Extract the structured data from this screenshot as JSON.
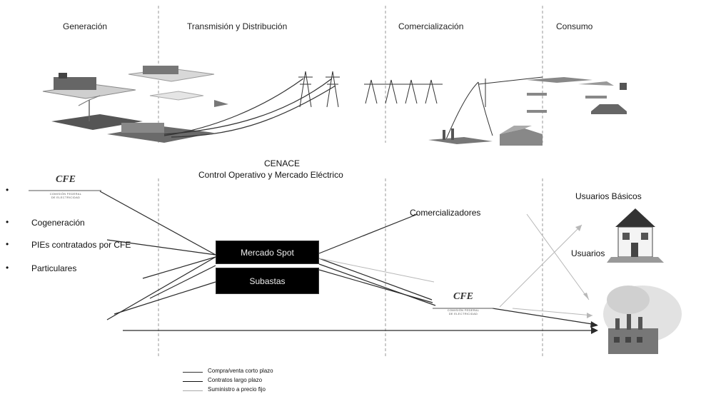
{
  "header": {
    "generacion": "Generación",
    "transmision": "Transmisión y Distribución",
    "comercializacion": "Comercialización",
    "consumo": "Consumo"
  },
  "center": {
    "cenace": "CENACE",
    "control": "Control Operativo y Mercado Eléctrico"
  },
  "generators": {
    "items": [
      "Cogeneración",
      "PIEs contratados por CFE",
      "Particulares"
    ],
    "bullet": "•"
  },
  "market": {
    "spot": "Mercado Spot",
    "subastas": "Subastas"
  },
  "right": {
    "comercializadores": "Comercializadores",
    "usuarios_basicos": "Usuarios Básicos",
    "usuarios": "Usuarios"
  },
  "cfe_logo": {
    "word": "CFE",
    "sub1": "COMISIÓN FEDERAL",
    "sub2": "DE ELECTRICIDAD"
  },
  "legend": {
    "items": [
      {
        "label": "Compra/venta corto plazo",
        "color": "#333333"
      },
      {
        "label": "Contratos largo plazo",
        "color": "#111111"
      },
      {
        "label": "Suministro a precio fijo",
        "color": "#aaaaaa"
      }
    ]
  },
  "colors": {
    "dark_line": "#2a2a2a",
    "light_line": "#b0b0b0",
    "divider": "#999999",
    "box": "#000000"
  }
}
